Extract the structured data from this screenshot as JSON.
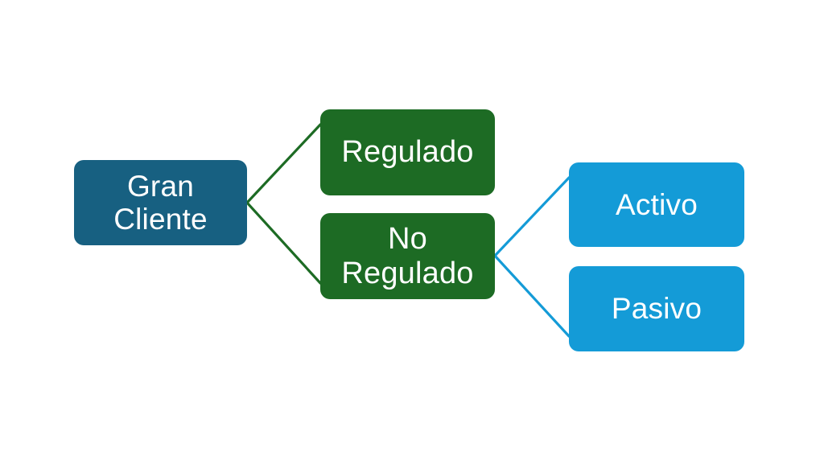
{
  "diagram": {
    "type": "tree",
    "title": "",
    "background_color": "#ffffff",
    "palette": {
      "root": "#176081",
      "level2": "#1D6B24",
      "level3": "#149BD7",
      "text": "#ffffff",
      "connector_green": "#1D6B24",
      "connector_blue": "#149BD7"
    },
    "nodes": {
      "root": {
        "id": "gran-cliente",
        "label": "Gran\nCliente",
        "color": "#176081"
      },
      "regulado": {
        "id": "regulado",
        "label": "Regulado",
        "color": "#1D6B24"
      },
      "no_regulado": {
        "id": "no-regulado",
        "label": "No\nRegulado",
        "color": "#1D6B24"
      },
      "activo": {
        "id": "activo",
        "label": "Activo",
        "color": "#149BD7"
      },
      "pasivo": {
        "id": "pasivo",
        "label": "Pasivo",
        "color": "#149BD7"
      }
    },
    "edges": [
      {
        "from": "gran-cliente",
        "to": "regulado",
        "color": "#1D6B24"
      },
      {
        "from": "gran-cliente",
        "to": "no-regulado",
        "color": "#1D6B24"
      },
      {
        "from": "no-regulado",
        "to": "activo",
        "color": "#149BD7"
      },
      {
        "from": "no-regulado",
        "to": "pasivo",
        "color": "#149BD7"
      }
    ]
  }
}
